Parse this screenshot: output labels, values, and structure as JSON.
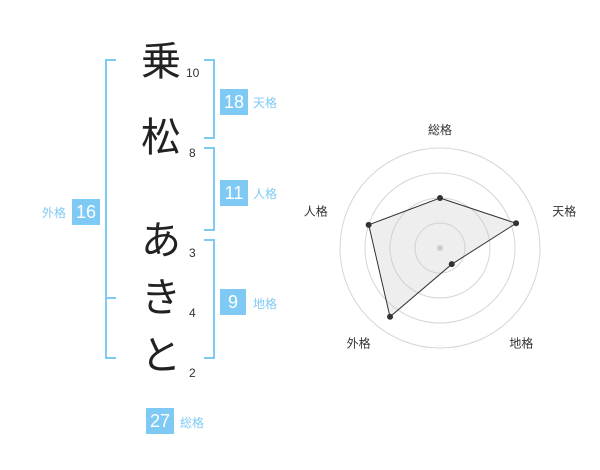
{
  "name_chars": [
    {
      "char": "乗",
      "strokes": "10"
    },
    {
      "char": "松",
      "strokes": "8"
    },
    {
      "char": "あ",
      "strokes": "3"
    },
    {
      "char": "き",
      "strokes": "4"
    },
    {
      "char": "と",
      "strokes": "2"
    }
  ],
  "kaku": {
    "tenkaku": {
      "label": "天格",
      "value": "18"
    },
    "jinkaku": {
      "label": "人格",
      "value": "11"
    },
    "chikaku": {
      "label": "地格",
      "value": "9"
    },
    "gaikaku": {
      "label": "外格",
      "value": "16"
    },
    "soukaku": {
      "label": "総格",
      "value": "27"
    }
  },
  "colors": {
    "accent": "#7fcaf5",
    "text": "#222222",
    "web": "#333333"
  },
  "chart_data": {
    "type": "radar",
    "axes": [
      "総格",
      "天格",
      "地格",
      "外格",
      "人格"
    ],
    "values": [
      0.5,
      0.8,
      0.2,
      0.85,
      0.75
    ],
    "rmax": 1,
    "rings": 4
  }
}
